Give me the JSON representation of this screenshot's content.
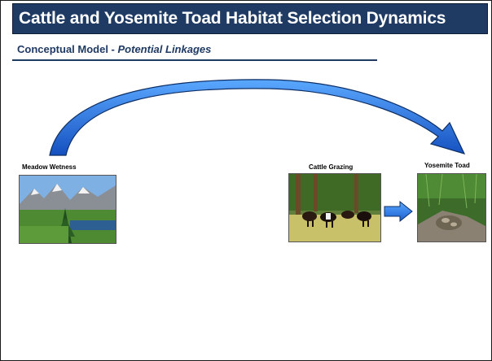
{
  "slide": {
    "title": "Cattle and Yosemite Toad Habitat Selection Dynamics",
    "subtitle_main": "Conceptual Model - ",
    "subtitle_emphasis": "Potential Linkages"
  },
  "nodes": [
    {
      "label": "Meadow Wetness",
      "image": "mountain-meadow-photo"
    },
    {
      "label": "Cattle Grazing",
      "image": "cattle-photo"
    },
    {
      "label": "Yosemite Toad",
      "image": "toad-photo"
    }
  ],
  "arrows": [
    {
      "from": "Meadow Wetness",
      "to": "Yosemite Toad",
      "style": "curved",
      "color": "#1e6fd9"
    },
    {
      "from": "Cattle Grazing",
      "to": "Yosemite Toad",
      "style": "block",
      "color": "#1e8be6"
    }
  ],
  "colors": {
    "title_bg": "#1f3a63",
    "title_text": "#ffffff",
    "accent": "#1f3a63",
    "arrow": "#1e6fd9"
  }
}
